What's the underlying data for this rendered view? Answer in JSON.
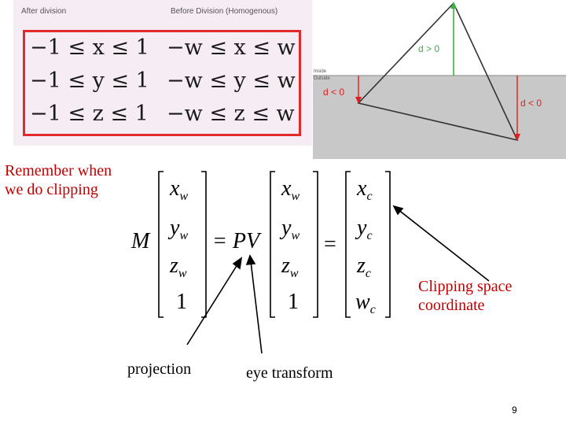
{
  "table": {
    "after_label": "After division",
    "before_label": "Before Division (Homogenous)",
    "rows": [
      {
        "after": "−1 ≤ x ≤ 1",
        "before": "−w ≤ x ≤ w"
      },
      {
        "after": "−1 ≤ y ≤ 1",
        "before": "−w ≤ y ≤ w"
      },
      {
        "after": "−1 ≤ z ≤ 1",
        "before": "−w ≤ z ≤ w"
      }
    ]
  },
  "diagram": {
    "d_pos": "d > 0",
    "d_neg_left": "d < 0",
    "d_neg_right": "d < 0",
    "inside": "Inside",
    "outside": "Outside",
    "colors": {
      "green": "#3cb043",
      "red": "#e02020",
      "gray": "#c8c8c8"
    }
  },
  "labels": {
    "remember_line1": "Remember when",
    "remember_line2": "we do clipping",
    "clip_line1": "Clipping space",
    "clip_line2": "coordinate",
    "projection": "projection",
    "eye_transform": "eye transform",
    "page_number": "9"
  },
  "equation": {
    "M": "M",
    "PV": "= PV",
    "eq": "=",
    "v1": [
      "x",
      "y",
      "z",
      "1"
    ],
    "v1_sub": [
      "w",
      "w",
      "w",
      ""
    ],
    "v2": [
      "x",
      "y",
      "z",
      "1"
    ],
    "v2_sub": [
      "w",
      "w",
      "w",
      ""
    ],
    "v3": [
      "x",
      "y",
      "z",
      "w"
    ],
    "v3_sub": [
      "c",
      "c",
      "c",
      "c"
    ]
  }
}
